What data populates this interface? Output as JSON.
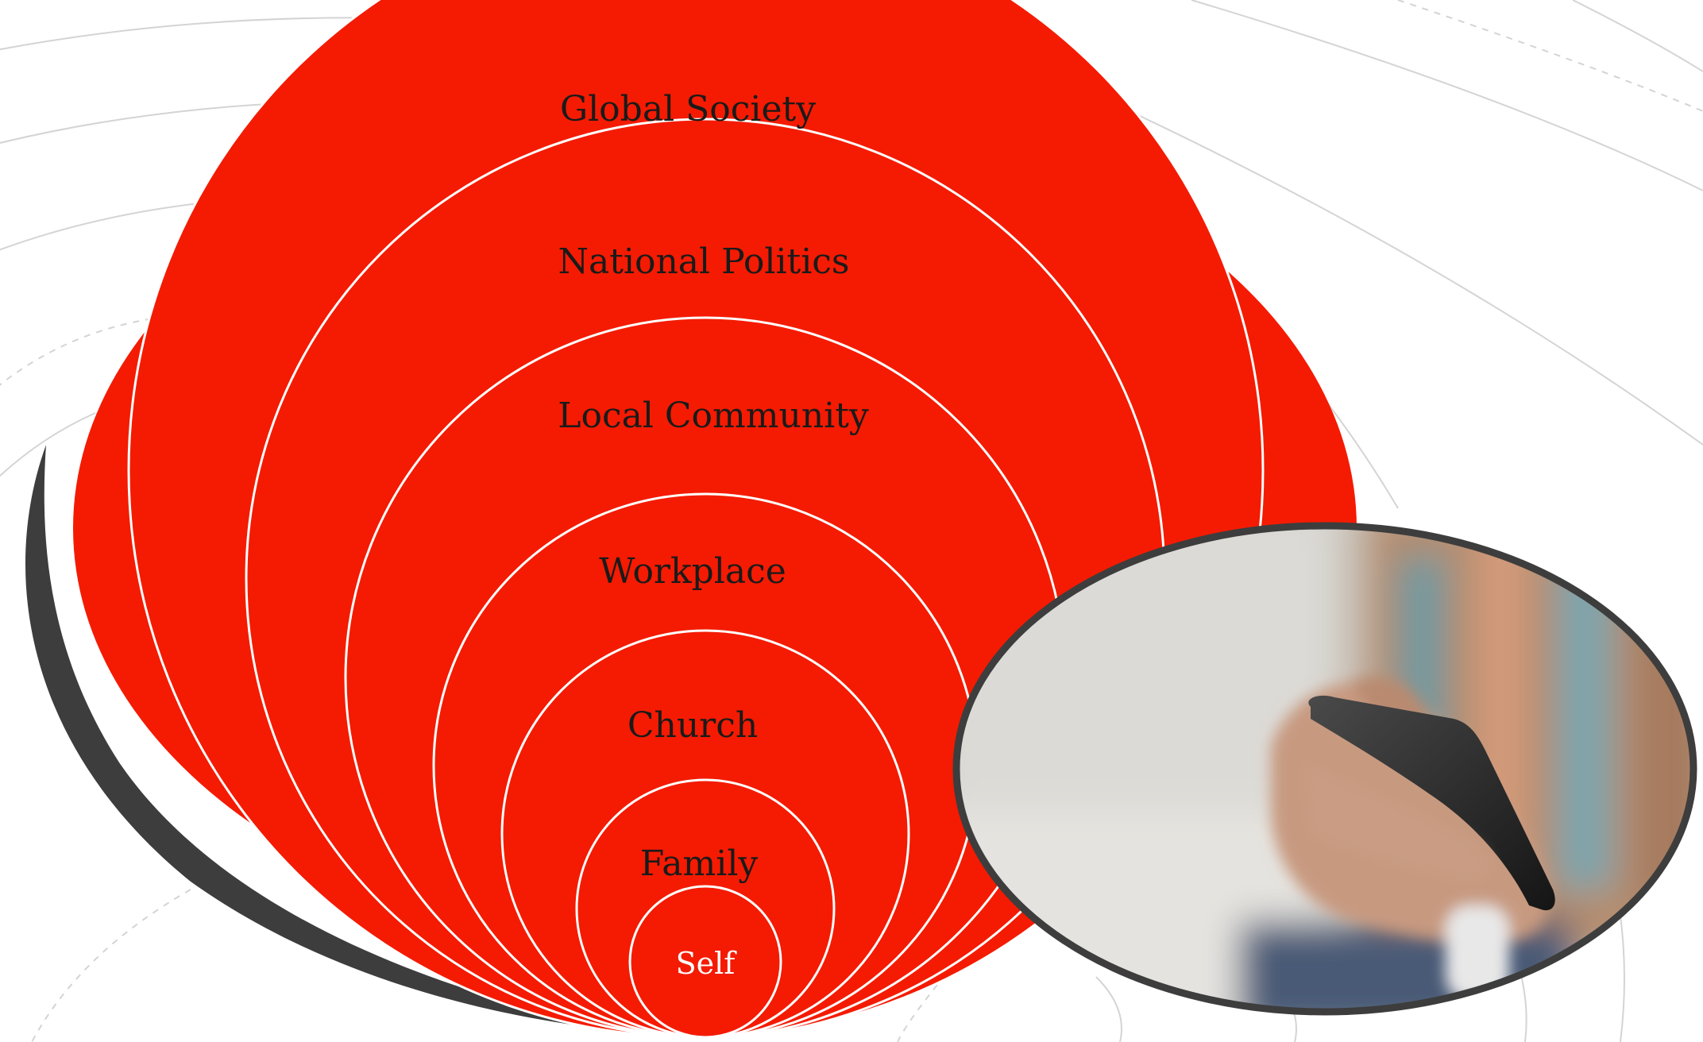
{
  "diagram": {
    "levels": [
      {
        "label": "Global Society"
      },
      {
        "label": "National Politics"
      },
      {
        "label": "Local Community"
      },
      {
        "label": "Workplace"
      },
      {
        "label": "Church"
      },
      {
        "label": "Family"
      },
      {
        "label": "Self"
      }
    ]
  },
  "photo": {
    "icon": "person-holding-smartphone-photo"
  },
  "colors": {
    "accent_red": "#f41b02",
    "dark_swoosh": "#3d3d3d",
    "label_text": "#1a1a1a",
    "center_label_text": "#ffffff",
    "ring_stroke": "#ffffff",
    "background_lines": "#cfcfcf"
  }
}
